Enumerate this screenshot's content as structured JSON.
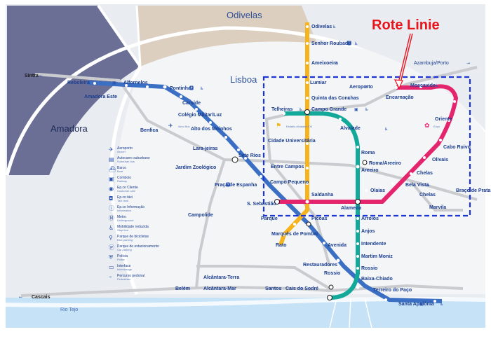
{
  "areas": {
    "odivelas": "Odivelas",
    "lisboa": "Lisboa",
    "amadora": "Amadora"
  },
  "annotation": {
    "text": "Rote Linie",
    "color": "#e8131b"
  },
  "colors": {
    "blue_line": "#3b6fc4",
    "yellow_line": "#f7b31b",
    "green_line": "#12a89a",
    "red_line": "#e4246d",
    "rail": "#c9cbcf",
    "water": "#b9dbf3",
    "dashed_box": "#1d37d6"
  },
  "stations": {
    "odivelas": "Odivelas",
    "senhor_roubado": "Senhor Roubado",
    "ameixoeira": "Ameixoeira",
    "lumiar": "Lumiar",
    "quinta_conchas": "Quinta das Conchas",
    "campo_grande": "Campo Grande",
    "telheiras": "Telheiras",
    "cidade_universitaria": "Cidade Universitária",
    "entre_campos": "Entre Campos",
    "campo_pequeno": "Campo Pequeno",
    "saldanha": "Saldanha",
    "picoas": "Picoas",
    "marques_pombal": "Marquês de Pombal",
    "avenida": "Avenida",
    "restauradores": "Restauradores",
    "rossio": "Rossio",
    "baixa_chiado": "Baixa-Chiado",
    "terreiro_paco": "Terreiro do Paço",
    "santa_apolonia": "Santa Apolónia",
    "cais_sodre": "Cais do Sodré",
    "reboleira": "Reboleira",
    "amadora_este": "Amadora Este",
    "alfornelos": "Alfornelos",
    "pontinha": "Pontinha",
    "carnide": "Carnide",
    "colegio_militar": "Colégio Militar/Luz",
    "alto_moinhos": "Alto dos Moinhos",
    "laranjeiras": "Lara-jeiras",
    "jardim_zoologico": "Jardim Zoológico",
    "praca_espanha": "Praça de Espanha",
    "s_sebastiao": "S. Sebastião",
    "parque": "Parque",
    "rato": "Rato",
    "alvalade": "Alvalade",
    "roma": "Roma",
    "roma_areeiro": "Roma/Areeiro",
    "areeiro": "Areeiro",
    "olaias": "Olaias",
    "alameda": "Alameda",
    "arroios": "Arroios",
    "anjos": "Anjos",
    "intendente": "Intendente",
    "martim_moniz": "Martim Moniz",
    "aeroporto": "Aeroporto",
    "encarnacao": "Encarnação",
    "moscavide": "Moscavide",
    "oriente": "Oriente",
    "cabo_ruivo": "Cabo Ruivo",
    "olivais": "Olivais",
    "chelas": "Chelas",
    "bela_vista": "Bela Vista",
    "sete_rios": "Sete Rios",
    "benfica": "Benfica",
    "campolide": "Campolide",
    "alcantara_terra": "Alcântara-Terra",
    "alcantara_mar": "Alcântara-Mar",
    "belem": "Belém",
    "santos": "Santos",
    "marvila": "Marvila",
    "braco_prata": "Braço de Prata",
    "chelas_rail": "Chelas"
  },
  "destinations": {
    "sintra": "Sintra",
    "cascais": "Cascais",
    "azambuja": "Azambuja/Porto"
  },
  "river": "Rio Tejo",
  "legend": [
    {
      "icon": "airport-icon",
      "label": "Aeroporto",
      "sub": "Airport"
    },
    {
      "icon": "bus-terminal-icon",
      "label": "Autocarro suburbano",
      "sub": "Suburban bus"
    },
    {
      "icon": "boat-icon",
      "label": "Barco",
      "sub": "Boat"
    },
    {
      "icon": "train-icon",
      "label": "Comboio",
      "sub": "Railway"
    },
    {
      "icon": "bike-parking-icon",
      "label": "Ep.co Cliente",
      "sub": "Customer care"
    },
    {
      "icon": "taxi-icon",
      "label": "Ep.co táxi",
      "sub": "Taxi rank"
    },
    {
      "icon": "info-icon",
      "label": "Ep.co Informação",
      "sub": "Information"
    },
    {
      "icon": "metro-icon",
      "label": "Metro",
      "sub": "Underground"
    },
    {
      "icon": "mobility-icon",
      "label": "Mobilidade reduzida",
      "sub": "Step free"
    },
    {
      "icon": "bike-icon",
      "label": "Parque de bicicletas",
      "sub": "Bike parking"
    },
    {
      "icon": "parking-icon",
      "label": "Parque de estacionamento",
      "sub": "Car parking"
    },
    {
      "icon": "police-icon",
      "label": "Polícia",
      "sub": "Police"
    },
    {
      "icon": "interchange-icon",
      "label": "Interface",
      "sub": "Interchange"
    },
    {
      "icon": "future-line-icon",
      "label": "Percurso pedonal",
      "sub": "Pedestrian"
    }
  ],
  "legend_logos": {
    "airport_bus": "Aero Bus",
    "estadio": "Estádio Alvalade XXI",
    "expo": "Expo"
  }
}
